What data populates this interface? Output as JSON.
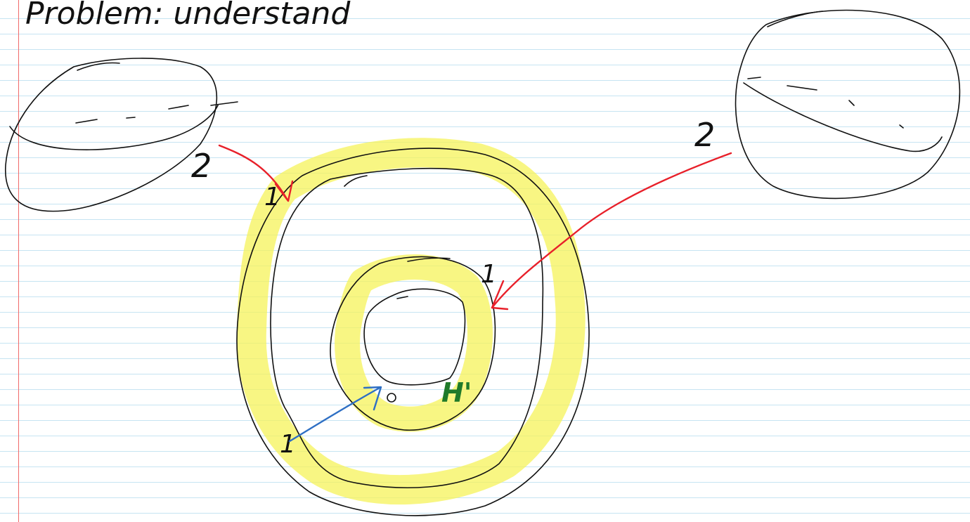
{
  "heading": "Problem: understand",
  "labels": {
    "left_lens": "2",
    "right_ball": "2",
    "outer_arrow_tip": "1",
    "inner_ring_top": "1",
    "lower_left": "1",
    "homology": "H'"
  },
  "colors": {
    "ink": "#111111",
    "highlight": "#f5f35a",
    "red_arrow": "#e8202a",
    "blue_arrow": "#2e6fc4",
    "green_label": "#1f7a2a",
    "rule_line": "#c6e4f2",
    "margin_line": "#f06a6a"
  }
}
